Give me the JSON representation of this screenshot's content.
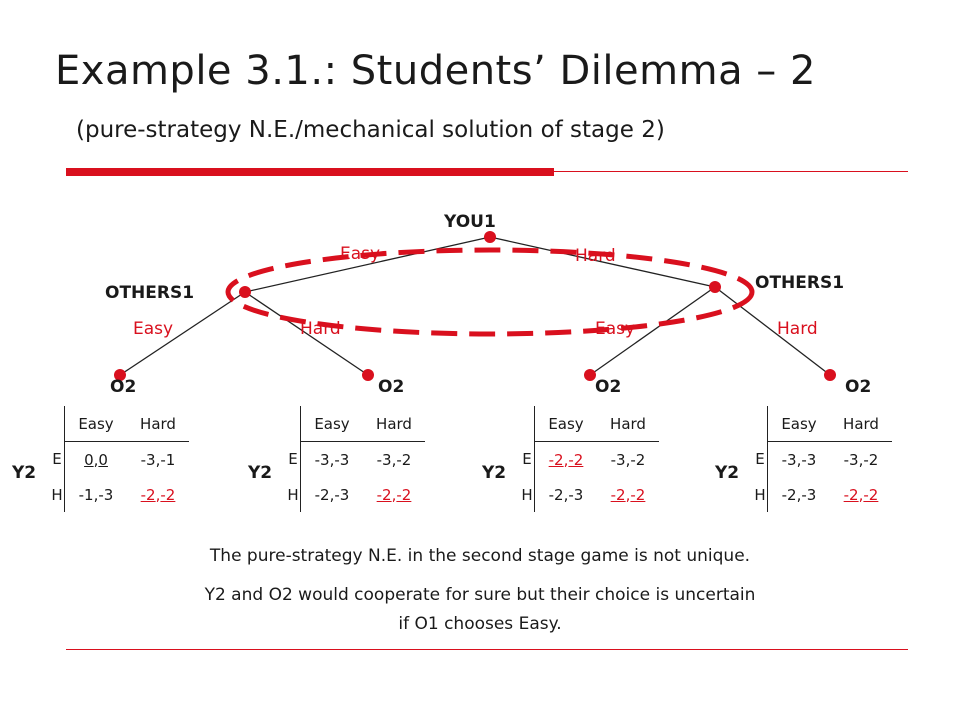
{
  "slide": {
    "title": "Example 3.1.: Students’ Dilemma – 2",
    "subtitle": "(pure-strategy N.E./mechanical solution of stage 2)"
  },
  "colors": {
    "accent": "#d9101e",
    "text": "#1a1a1a",
    "node": "#d9101e"
  },
  "tree": {
    "root": "YOU1",
    "root_branches": [
      "Easy",
      "Hard"
    ],
    "left_node": "OTHERS1",
    "right_node": "OTHERS1",
    "left_branches": [
      "Easy",
      "Hard"
    ],
    "right_branches": [
      "Easy",
      "Hard"
    ],
    "leaf_label": "O2",
    "info_set": "dashed-ellipse"
  },
  "games": [
    {
      "col_player": "O2",
      "row_player": "Y2",
      "cols": [
        "Easy",
        "Hard"
      ],
      "rows": [
        "E",
        "H"
      ],
      "cells": [
        [
          {
            "a": "0",
            "b": "0",
            "ua": true,
            "ub": true,
            "red": false
          },
          {
            "a": "-3",
            "b": "-1",
            "ua": false,
            "ub": false,
            "red": false
          }
        ],
        [
          {
            "a": "-1",
            "b": "-3",
            "ua": false,
            "ub": false,
            "red": false
          },
          {
            "a": "-2",
            "b": "-2",
            "ua": true,
            "ub": true,
            "red": true
          }
        ]
      ]
    },
    {
      "col_player": "O2",
      "row_player": "Y2",
      "cols": [
        "Easy",
        "Hard"
      ],
      "rows": [
        "E",
        "H"
      ],
      "cells": [
        [
          {
            "a": "-3",
            "b": "-3",
            "ua": false,
            "ub": false,
            "red": false
          },
          {
            "a": "-3",
            "b": "-2",
            "ua": false,
            "ub": false,
            "red": false
          }
        ],
        [
          {
            "a": "-2",
            "b": "-3",
            "ua": false,
            "ub": false,
            "red": false
          },
          {
            "a": "-2",
            "b": "-2",
            "ua": true,
            "ub": true,
            "red": true
          }
        ]
      ]
    },
    {
      "col_player": "O2",
      "row_player": "Y2",
      "cols": [
        "Easy",
        "Hard"
      ],
      "rows": [
        "E",
        "H"
      ],
      "cells": [
        [
          {
            "a": "-2",
            "b": "-2",
            "ua": true,
            "ub": true,
            "red": true
          },
          {
            "a": "-3",
            "b": "-2",
            "ua": false,
            "ub": false,
            "red": false
          }
        ],
        [
          {
            "a": "-2",
            "b": "-3",
            "ua": false,
            "ub": false,
            "red": false
          },
          {
            "a": "-2",
            "b": "-2",
            "ua": true,
            "ub": true,
            "red": true
          }
        ]
      ]
    },
    {
      "col_player": "O2",
      "row_player": "Y2",
      "cols": [
        "Easy",
        "Hard"
      ],
      "rows": [
        "E",
        "H"
      ],
      "cells": [
        [
          {
            "a": "-3",
            "b": "-3",
            "ua": false,
            "ub": false,
            "red": false
          },
          {
            "a": "-3",
            "b": "-2",
            "ua": false,
            "ub": false,
            "red": false
          }
        ],
        [
          {
            "a": "-2",
            "b": "-3",
            "ua": false,
            "ub": false,
            "red": false
          },
          {
            "a": "-2",
            "b": "-2",
            "ua": true,
            "ub": true,
            "red": true
          }
        ]
      ]
    }
  ],
  "notes": {
    "line1": "The pure-strategy N.E. in the second stage game is not unique.",
    "line2": "Y2 and O2 would cooperate for sure but their choice is uncertain",
    "line3": "if O1 chooses Easy."
  }
}
